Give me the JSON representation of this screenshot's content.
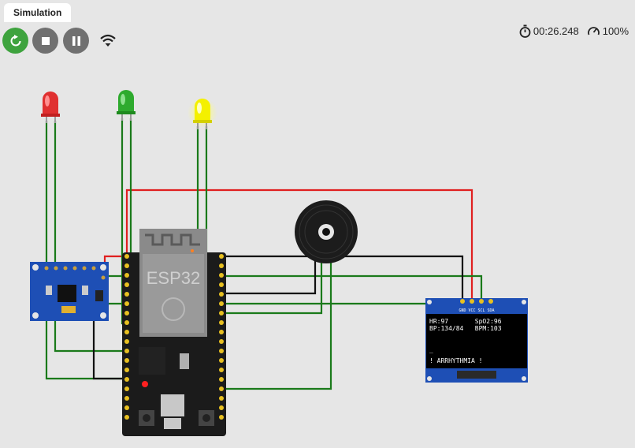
{
  "tabs": [
    {
      "label": "Simulation"
    }
  ],
  "toolbar": {
    "restart_icon": "restart-icon",
    "stop_icon": "stop-icon",
    "pause_icon": "pause-icon",
    "signal_icon": "wifi-icon"
  },
  "status": {
    "elapsed": "00:26.248",
    "speed": "100%"
  },
  "colors": {
    "background": "#e6e6e6",
    "wire_green": "#1a7a1a",
    "wire_red": "#e02020",
    "wire_black": "#111111",
    "board": "#1b1b1b",
    "restart_button": "#3ea33e"
  },
  "components": {
    "mcu": {
      "label": "ESP32"
    },
    "oled": {
      "pins": [
        "GND",
        "VCC",
        "SCL",
        "SDA"
      ],
      "lines": [
        "HR:97       SpO2:96",
        "BP:134/84   BPM:103",
        "_",
        "! ARRHYTHMIA !"
      ]
    },
    "leds": [
      {
        "color": "red"
      },
      {
        "color": "green"
      },
      {
        "color": "yellow",
        "lit": true
      }
    ]
  }
}
